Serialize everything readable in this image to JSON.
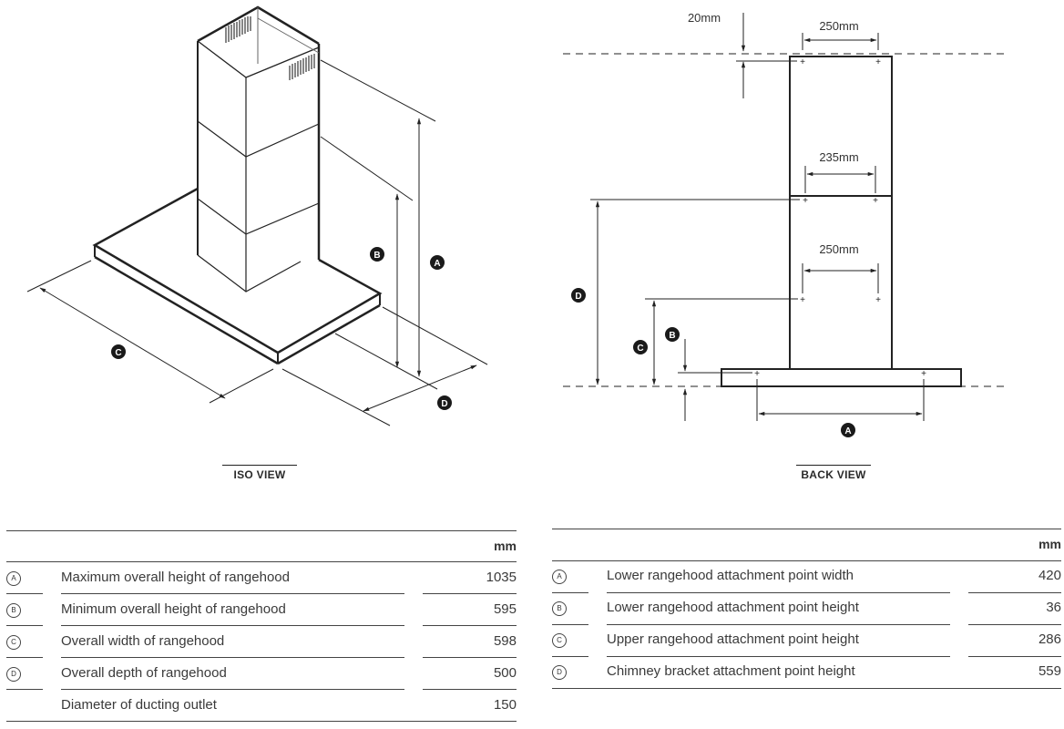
{
  "iso_view": {
    "caption": "ISO VIEW",
    "markers": [
      "A",
      "B",
      "C",
      "D"
    ]
  },
  "back_view": {
    "caption": "BACK VIEW",
    "dims": {
      "top_offset": "20mm",
      "top_width": "250mm",
      "mid_width": "235mm",
      "lower_width": "250mm"
    },
    "markers": [
      "A",
      "B",
      "C",
      "D"
    ]
  },
  "table_left": {
    "unit_header": "mm",
    "rows": [
      {
        "badge": "A",
        "label": "Maximum overall height of rangehood",
        "value": "1035"
      },
      {
        "badge": "B",
        "label": "Minimum overall height of rangehood",
        "value": "595"
      },
      {
        "badge": "C",
        "label": "Overall width of rangehood",
        "value": "598"
      },
      {
        "badge": "D",
        "label": "Overall depth of rangehood",
        "value": "500"
      },
      {
        "badge": "",
        "label": "Diameter of ducting outlet",
        "value": "150"
      }
    ]
  },
  "table_right": {
    "unit_header": "mm",
    "rows": [
      {
        "badge": "A",
        "label": "Lower rangehood attachment point width",
        "value": "420"
      },
      {
        "badge": "B",
        "label": "Lower rangehood attachment point height",
        "value": "36"
      },
      {
        "badge": "C",
        "label": "Upper rangehood attachment point height",
        "value": "286"
      },
      {
        "badge": "D",
        "label": "Chimney bracket attachment point height",
        "value": "559"
      }
    ]
  }
}
